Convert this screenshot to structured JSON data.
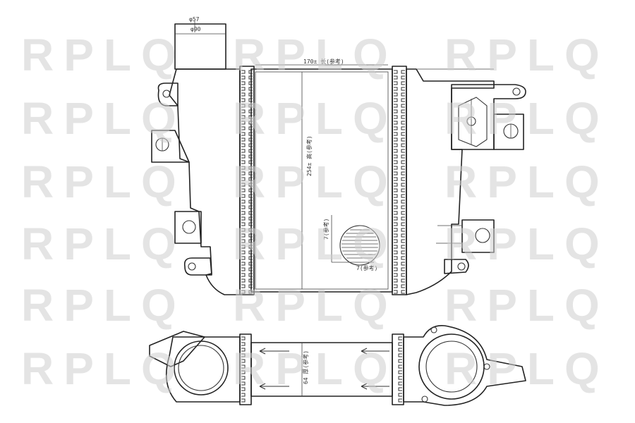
{
  "watermark": {
    "text": "RPLQ",
    "color": "#cfcfcf"
  },
  "dimensions": {
    "tube_diameter": "φ57",
    "tube_diameter_sub": "φ90",
    "core_width": "170± 长(参考)",
    "core_height": "254± 高(参考)",
    "core_depth": "64 厚(参考)",
    "label_small_left": "7(参考)",
    "label_small_bottom": "7(参考)"
  },
  "colors": {
    "line": "#222222",
    "background": "#ffffff"
  }
}
